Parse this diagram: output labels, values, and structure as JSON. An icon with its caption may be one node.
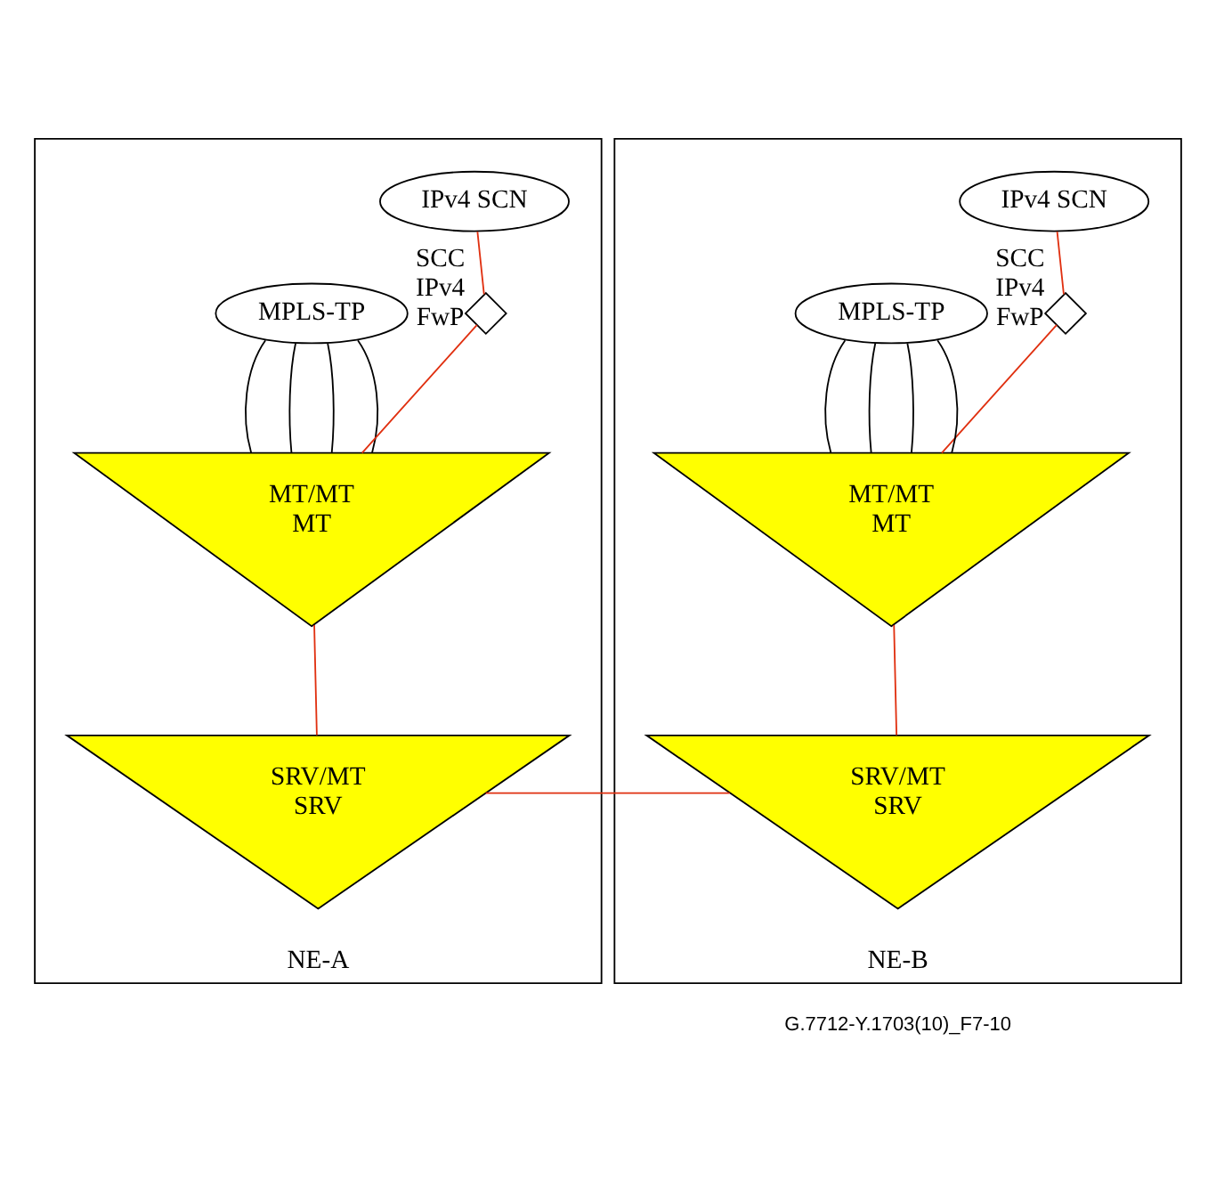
{
  "diagram": {
    "nodes": [
      {
        "text": [
          "NE-A"
        ]
      },
      {
        "text": [
          "IPv4 SCN"
        ],
        "in": 0
      },
      {
        "text": [
          "MPLS-TP"
        ],
        "in": 0
      },
      {
        "text": [],
        "shape": "diamond",
        "beside": [
          "SCC IPv4 FwP"
        ],
        "in": 0
      },
      {
        "text": [
          "MT/MT",
          "MT"
        ],
        "in": 0
      },
      {
        "text": [
          "SRV/MT",
          "SRV"
        ],
        "in": 0
      },
      {
        "text": [
          "NE-B"
        ]
      },
      {
        "text": [
          "IPv4 SCN"
        ],
        "in": 6
      },
      {
        "text": [],
        "shape": "diamond",
        "beside": [
          "SCC IPv4 FwP"
        ],
        "in": 6
      },
      {
        "text": [
          "MPLS-TP"
        ],
        "in": 6
      },
      {
        "text": [
          "MT/MT",
          "MT"
        ],
        "in": 6
      },
      {
        "text": [
          "SRV/MT",
          "SRV"
        ],
        "in": 6
      }
    ],
    "edges": [
      {
        "from": 1,
        "to": 3,
        "arrow": "none",
        "color": "#e03010"
      },
      {
        "from": 3,
        "to": 4,
        "arrow": "none",
        "color": "#e03010"
      },
      {
        "from": 2,
        "to": 4,
        "arrow": "none"
      },
      {
        "from": 2,
        "to": 4,
        "arrow": "none"
      },
      {
        "from": 2,
        "to": 4,
        "arrow": "none"
      },
      {
        "from": 2,
        "to": 4,
        "arrow": "none"
      },
      {
        "from": 4,
        "to": 5,
        "arrow": "none",
        "color": "#e03010"
      },
      {
        "from": 7,
        "to": 8,
        "arrow": "none",
        "color": "#e03010"
      },
      {
        "from": 8,
        "to": 10,
        "arrow": "none",
        "color": "#e03010"
      },
      {
        "from": 9,
        "to": 10,
        "arrow": "none"
      },
      {
        "from": 9,
        "to": 10,
        "arrow": "none"
      },
      {
        "from": 9,
        "to": 10,
        "arrow": "none"
      },
      {
        "from": 9,
        "to": 10,
        "arrow": "none"
      },
      {
        "from": 10,
        "to": 11,
        "arrow": "none",
        "color": "#e03010"
      },
      {
        "from": 5,
        "to": 11,
        "arrow": "none",
        "color": "#e03010"
      }
    ],
    "labels": [
      "G.7712-Y.1703(10)_F7-10"
    ]
  }
}
